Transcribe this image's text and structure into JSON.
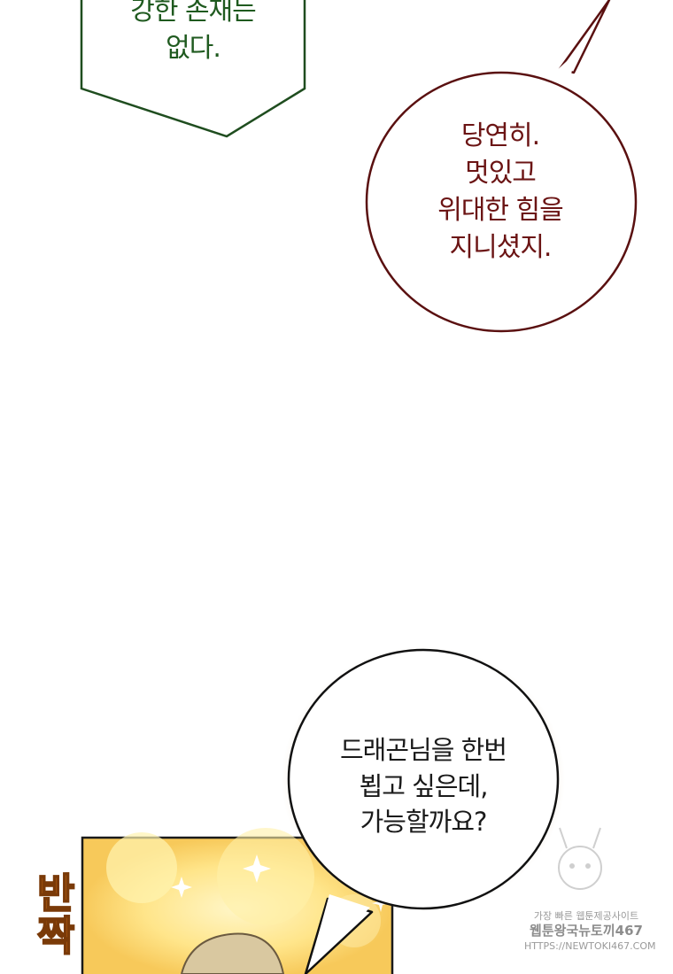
{
  "panels": {
    "top_box": {
      "lines": [
        "강한 존재는",
        "없다."
      ],
      "text_color": "#1f5a1f",
      "border_color": "#1f4d1f"
    },
    "round_bubble": {
      "lines": [
        "당연히.",
        "멋있고",
        "위대한 힘을",
        "지니셨지."
      ],
      "text_color": "#6b1414",
      "border_color": "#5a1010"
    },
    "bottom_bubble": {
      "lines": [
        "드래곤님을 한번",
        "뵙고 싶은데,",
        "가능할까요?"
      ],
      "text_color": "#1a1a1a",
      "border_color": "#111111"
    },
    "sound_effect": {
      "text": "반짝",
      "color": "#e07a1a"
    }
  },
  "watermark": {
    "line1": "가장 빠른 웹툰제공사이트",
    "line2": "웹툰왕국뉴토끼467",
    "line3": "HTTPS://NEWTOKI467.COM"
  }
}
